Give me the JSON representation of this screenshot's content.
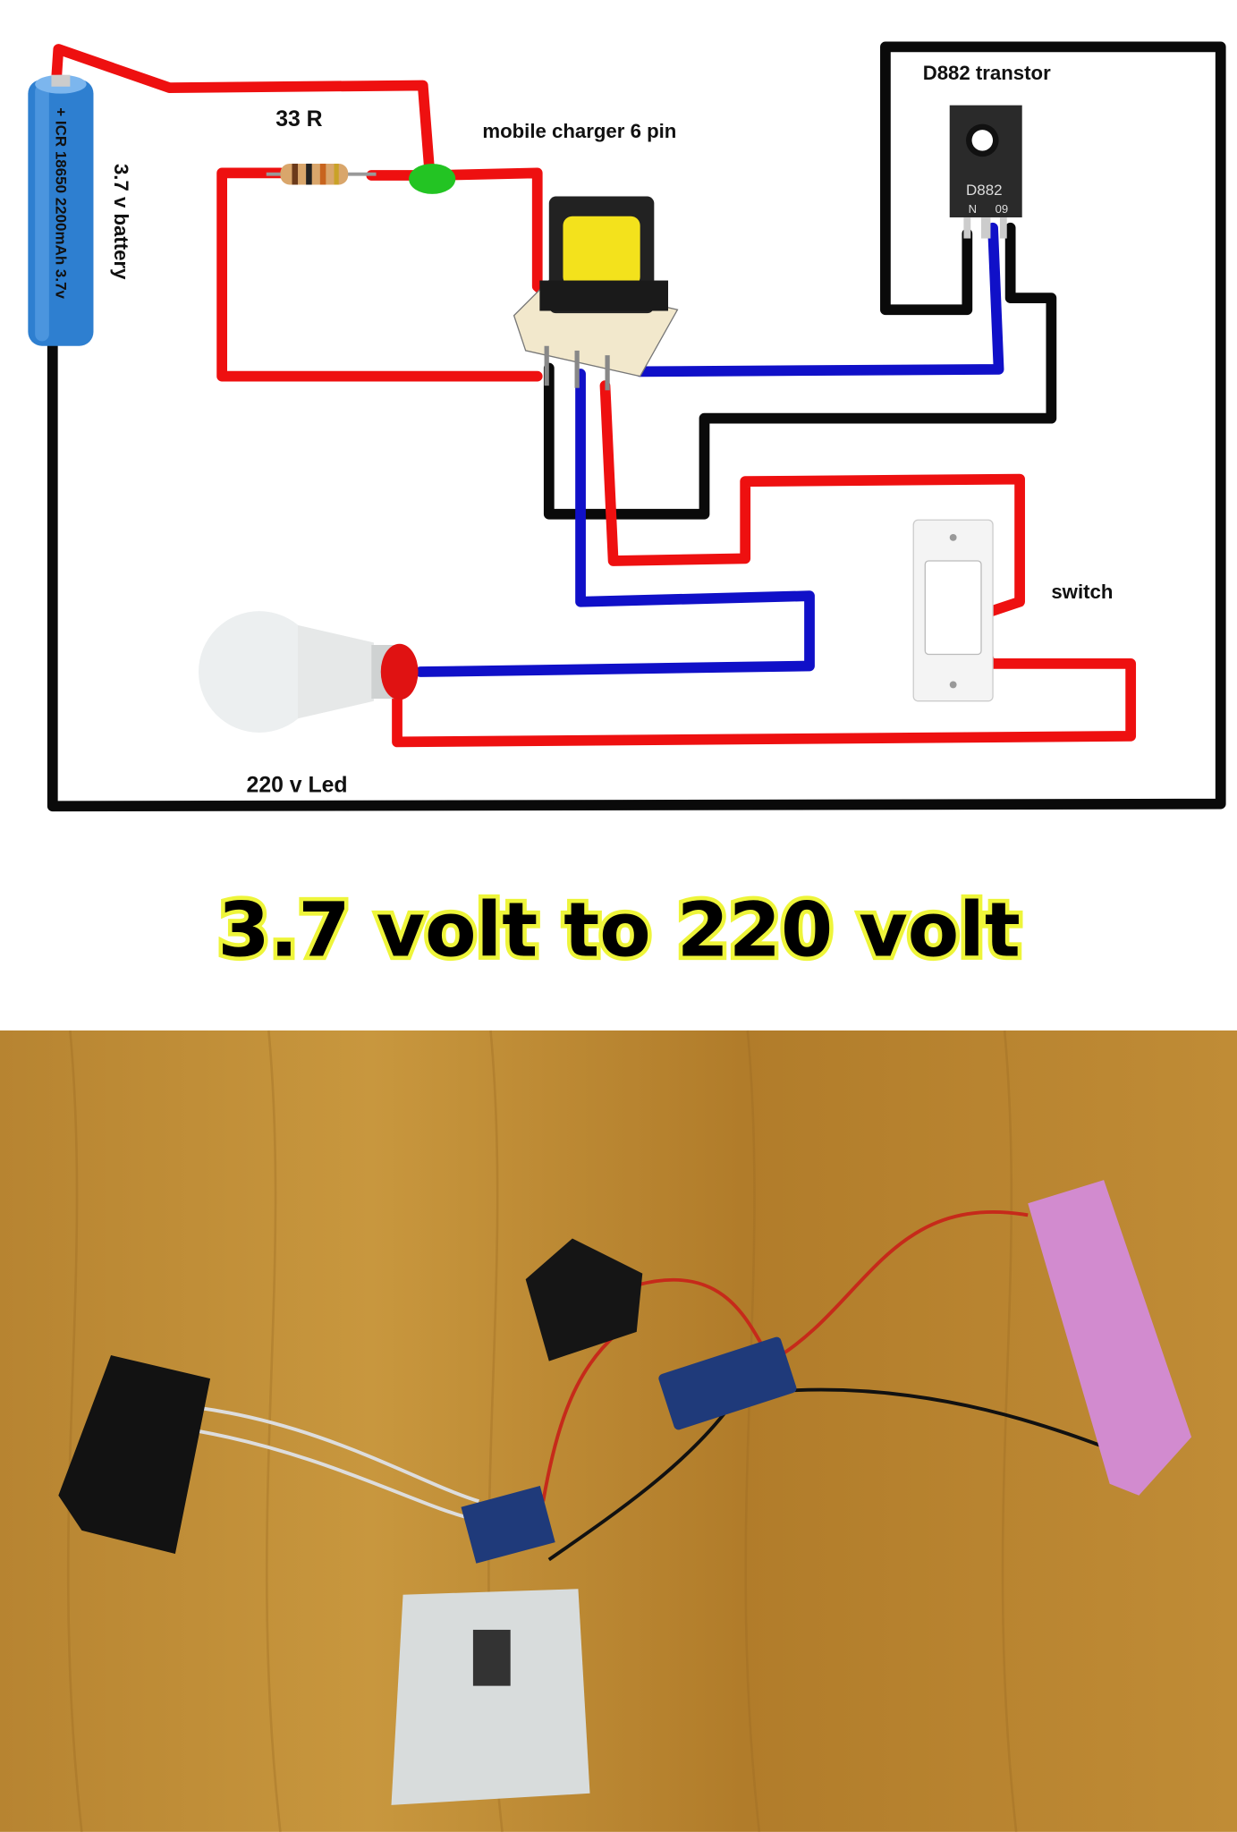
{
  "diagram": {
    "battery_label": "3.7 v battery",
    "battery_print": "+ ICR 18650 2200mAh 3.7v",
    "resistor_label": "33 R",
    "transformer_label": "mobile charger 6 pin",
    "transistor_label": "D882 transtor",
    "transistor_print_1": "D882",
    "transistor_print_2": "N",
    "transistor_print_3": "09",
    "switch_label": "switch",
    "led_label": "220 v Led"
  },
  "title": "3.7 volt to 220 volt",
  "colors": {
    "positive": "#ee1010",
    "signal": "#1010c8",
    "ground": "#0a0a0a",
    "title_outline": "#eef53a",
    "wood": "#b8862c"
  }
}
